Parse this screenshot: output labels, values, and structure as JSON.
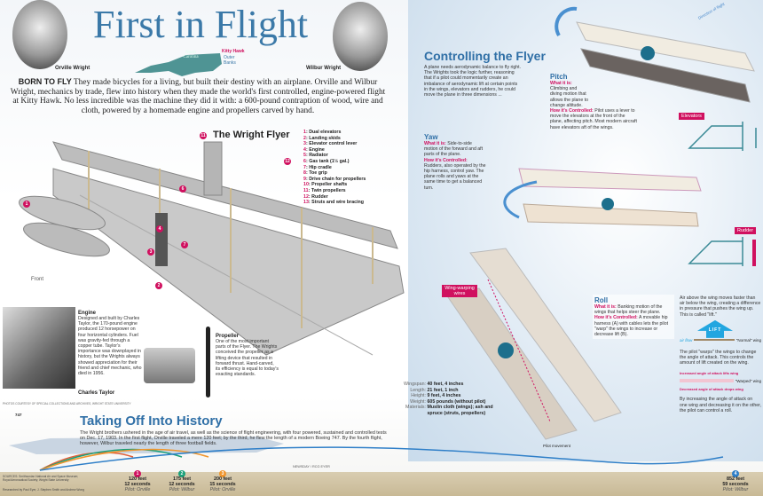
{
  "header": {
    "title": "First in Flight",
    "left_portrait": "Orville Wright",
    "right_portrait": "Wilbur Wright",
    "map": {
      "state": "North Carolina",
      "town": "Kitty Hawk",
      "region": "Outer Banks"
    }
  },
  "intro": {
    "lead": "BORN TO FLY",
    "text": "They made bicycles for a living, but built their destiny with an airplane. Orville and Wilbur Wright, mechanics by trade, flew into history when they made the world's first controlled, engine-powered flight at Kitty Hawk. No less incredible was the machine they did it with: a 600-pound contraption of wood, wire and cloth, powered by a homemade engine and propellers carved by hand."
  },
  "flyer": {
    "title": "The Wright Flyer",
    "front_label": "Front",
    "parts": [
      {
        "n": "1",
        "label": "Dual elevators"
      },
      {
        "n": "2",
        "label": "Landing skids"
      },
      {
        "n": "3",
        "label": "Elevator control lever"
      },
      {
        "n": "4",
        "label": "Engine"
      },
      {
        "n": "5",
        "label": "Radiator"
      },
      {
        "n": "6",
        "label": "Gas tank (1½ gal.)"
      },
      {
        "n": "7",
        "label": "Hip cradle"
      },
      {
        "n": "8",
        "label": "Toe grip"
      },
      {
        "n": "9",
        "label": "Drive chain for propellers"
      },
      {
        "n": "10",
        "label": "Propeller shafts"
      },
      {
        "n": "11",
        "label": "Twin propellers"
      },
      {
        "n": "12",
        "label": "Rudder"
      },
      {
        "n": "13",
        "label": "Struts and wire bracing"
      }
    ]
  },
  "engine": {
    "title": "Engine",
    "text": "Designed and built by Charles Taylor, the 170-pound engine produced 12 horsepower on four horizontal cylinders. Fuel was gravity-fed through a copper tube. Taylor's importance was downplayed in history, but the Wrights always showed appreciation for their friend and chief mechanic, who died in 1956.",
    "photo_caption": "Charles Taylor",
    "credit": "PHOTOS COURTESY OF SPECIAL COLLECTIONS AND ARCHIVES, WRIGHT STATE UNIVERSITY"
  },
  "propeller": {
    "title": "Propeller",
    "text": "One of the most important parts of the Flyer. The Wrights conceived the propeller as a lifting device that resulted in forward thrust. Hand-carved, its efficiency is equal to today's exacting standards."
  },
  "specs": [
    {
      "k": "Wingspan:",
      "v": "40 feet, 4 inches"
    },
    {
      "k": "Length:",
      "v": "21 feet, 1 inch"
    },
    {
      "k": "Height:",
      "v": "9 feet, 4 inches"
    },
    {
      "k": "Weight:",
      "v": "605 pounds (without pilot)"
    },
    {
      "k": "Materials:",
      "v": "Muslin cloth (wings); ash and spruce (struts, propellers)"
    }
  ],
  "controlling": {
    "title": "Controlling the Flyer",
    "text": "A plane needs aerodynamic balance to fly right. The Wrights took the logic further, reasoning that if a pilot could momentarily create an imbalance of aerodynamic lift at certain points in the wings, elevators and rudders, he could move the plane in three dimensions ...",
    "what_label": "What it is:",
    "how_label": "How it's Controlled:",
    "pitch": {
      "title": "Pitch",
      "what": "Climbing and diving motion that allows the plane to change altitude.",
      "how": "Pilot uses a lever to move the elevators at the front of the plane, affecting pitch. Most modern aircraft have elevators aft of the wings."
    },
    "yaw": {
      "title": "Yaw",
      "what": "Side-to-side motion of the forward and aft parts of the plane.",
      "how": "Rudders, also operated by the hip harness, control yaw. The plane rolls and yaws at the same time to get a balanced turn."
    },
    "roll": {
      "title": "Roll",
      "what": "Banking motion of the wings that helps steer the plane.",
      "how": "A movable hip harness (A) with cables lets the pilot \"warp\" the wings to increase or decrease lift (B)."
    },
    "direction": "Direction of flight",
    "elevators_tag": "Elevators",
    "rudder_tag": "Rudder",
    "warping_tag": "Wing-warping wires",
    "pilot_movement": "Pilot movement"
  },
  "lift": {
    "p1": "Air above the wing moves faster than air below the wing, creating a difference in pressure that pushes the wing up. This is called \"lift.\"",
    "lift_label": "LIFT",
    "airflow": "air flow",
    "normal": "\"Normal\" wing",
    "p2": "The pilot \"warps\" the wings to change the angle of attack. This controls the amount of lift created on the wing.",
    "increased": "Increased angle of attack lifts wing",
    "warped": "\"Warped\" wing",
    "decreased": "Decreased angle of attack drops wing",
    "p3": "By increasing the angle of attack on one wing and decreasing it on the other, the pilot can control a roll."
  },
  "history": {
    "title": "Taking Off Into History",
    "text": "The Wright brothers ushered in the age of air travel, as well as the science of flight engineering, with four powered, sustained and controlled tests on Dec. 17, 1903. In the first flight, Orville traveled a mere 120 feet; by the third, he flew the length of a modern Boeing 747. By the fourth flight, however, Wilbur traveled nearly the length of three football fields.",
    "plane_label": "747",
    "scale_note": "NEWSDAY / RCG EYER",
    "flights": [
      {
        "n": "1",
        "dist": "120 feet",
        "time": "12 seconds",
        "pilot": "Pilot: Orville",
        "color": "#e0603a"
      },
      {
        "n": "2",
        "dist": "175 feet",
        "time": "12 seconds",
        "pilot": "Pilot: Wilbur",
        "color": "#1aa07a"
      },
      {
        "n": "3",
        "dist": "200 feet",
        "time": "15 seconds",
        "pilot": "Pilot: Orville",
        "color": "#f0962e"
      },
      {
        "n": "4",
        "dist": "852 feet",
        "time": "59 seconds",
        "pilot": "Pilot: Wilbur",
        "color": "#2f7fc8"
      }
    ],
    "sources": "SOURCES: Smithsonian National Air and Space Museum; Royal Aeronautical Society; Wright State University",
    "research": "Researched by Paul Eyer, J. Stephen Smith and Andrew Wong"
  },
  "colors": {
    "accent_blue": "#3b79a8",
    "accent_pink": "#d0105f",
    "strip": "#d2c5a5"
  }
}
